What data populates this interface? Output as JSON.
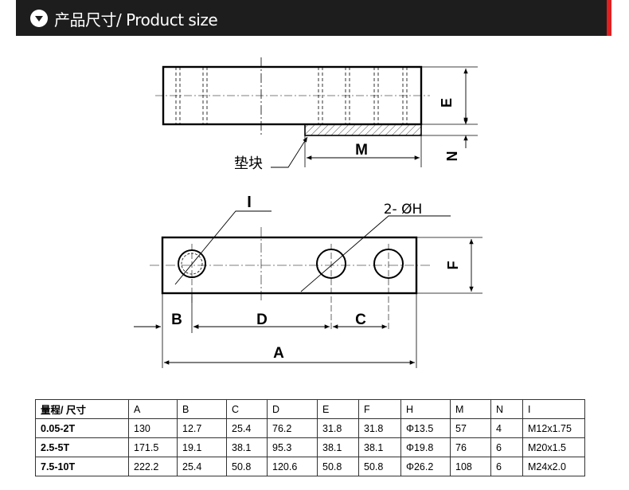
{
  "header": {
    "title": "产品尺寸/ Product size",
    "accent_color": "#e02020",
    "bar_color": "#1d1d1d",
    "icon": "chevron-down-circle-icon"
  },
  "drawing": {
    "front_view": {
      "dimensions": [
        "E",
        "N",
        "M"
      ],
      "pad_label": "垫块"
    },
    "top_view": {
      "dimensions": [
        "I",
        "2- ØH",
        "F",
        "B",
        "D",
        "C",
        "A"
      ]
    }
  },
  "table": {
    "headers": [
      "量程/ 尺寸",
      "A",
      "B",
      "C",
      "D",
      "E",
      "F",
      "H",
      "M",
      "N",
      "I"
    ],
    "rows": [
      [
        "0.05-2T",
        "130",
        "12.7",
        "25.4",
        "76.2",
        "31.8",
        "31.8",
        "Φ13.5",
        "57",
        "4",
        "M12x1.75"
      ],
      [
        "2.5-5T",
        "171.5",
        "19.1",
        "38.1",
        "95.3",
        "38.1",
        "38.1",
        "Φ19.8",
        "76",
        "6",
        "M20x1.5"
      ],
      [
        "7.5-10T",
        "222.2",
        "25.4",
        "50.8",
        "120.6",
        "50.8",
        "50.8",
        "Φ26.2",
        "108",
        "6",
        "M24x2.0"
      ]
    ]
  }
}
